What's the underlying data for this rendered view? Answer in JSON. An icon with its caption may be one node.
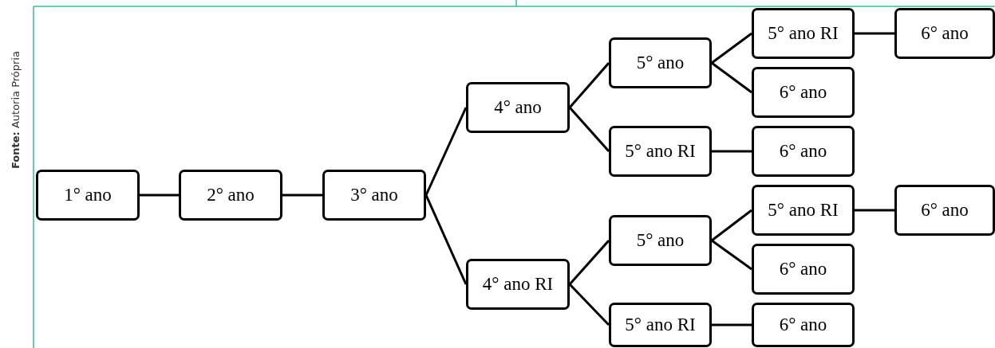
{
  "diagram": {
    "nodes": [
      {
        "text": [
          "1° ano"
        ]
      },
      {
        "text": [
          "2° ano"
        ]
      },
      {
        "text": [
          "3° ano"
        ]
      },
      {
        "text": [
          "4° ano"
        ]
      },
      {
        "text": [
          "4° ano RI"
        ]
      },
      {
        "text": [
          "5° ano"
        ]
      },
      {
        "text": [
          "5° ano RI"
        ]
      },
      {
        "text": [
          "5° ano"
        ]
      },
      {
        "text": [
          "5° ano RI"
        ]
      },
      {
        "text": [
          "5° ano RI"
        ]
      },
      {
        "text": [
          "6° ano"
        ]
      },
      {
        "text": [
          "6° ano"
        ]
      },
      {
        "text": [
          "5° ano RI"
        ]
      },
      {
        "text": [
          "6° ano"
        ]
      },
      {
        "text": [
          "6° ano"
        ]
      },
      {
        "text": [
          "6° ano"
        ]
      },
      {
        "text": [
          "6° ano"
        ]
      }
    ],
    "edges": [
      {
        "from": 0,
        "to": 1,
        "arrow": "none"
      },
      {
        "from": 1,
        "to": 2,
        "arrow": "none"
      },
      {
        "from": 2,
        "to": 3,
        "arrow": "none"
      },
      {
        "from": 2,
        "to": 4,
        "arrow": "none"
      },
      {
        "from": 3,
        "to": 5,
        "arrow": "none"
      },
      {
        "from": 3,
        "to": 6,
        "arrow": "none"
      },
      {
        "from": 4,
        "to": 7,
        "arrow": "none"
      },
      {
        "from": 4,
        "to": 8,
        "arrow": "none"
      },
      {
        "from": 5,
        "to": 9,
        "arrow": "none"
      },
      {
        "from": 5,
        "to": 10,
        "arrow": "none"
      },
      {
        "from": 6,
        "to": 11,
        "arrow": "none"
      },
      {
        "from": 7,
        "to": 12,
        "arrow": "none"
      },
      {
        "from": 7,
        "to": 13,
        "arrow": "none"
      },
      {
        "from": 8,
        "to": 14,
        "arrow": "none"
      },
      {
        "from": 9,
        "to": 15,
        "arrow": "none"
      },
      {
        "from": 12,
        "to": 16,
        "arrow": "none"
      }
    ],
    "labels": [
      "**Fonte:** Autoria Própria"
    ]
  }
}
